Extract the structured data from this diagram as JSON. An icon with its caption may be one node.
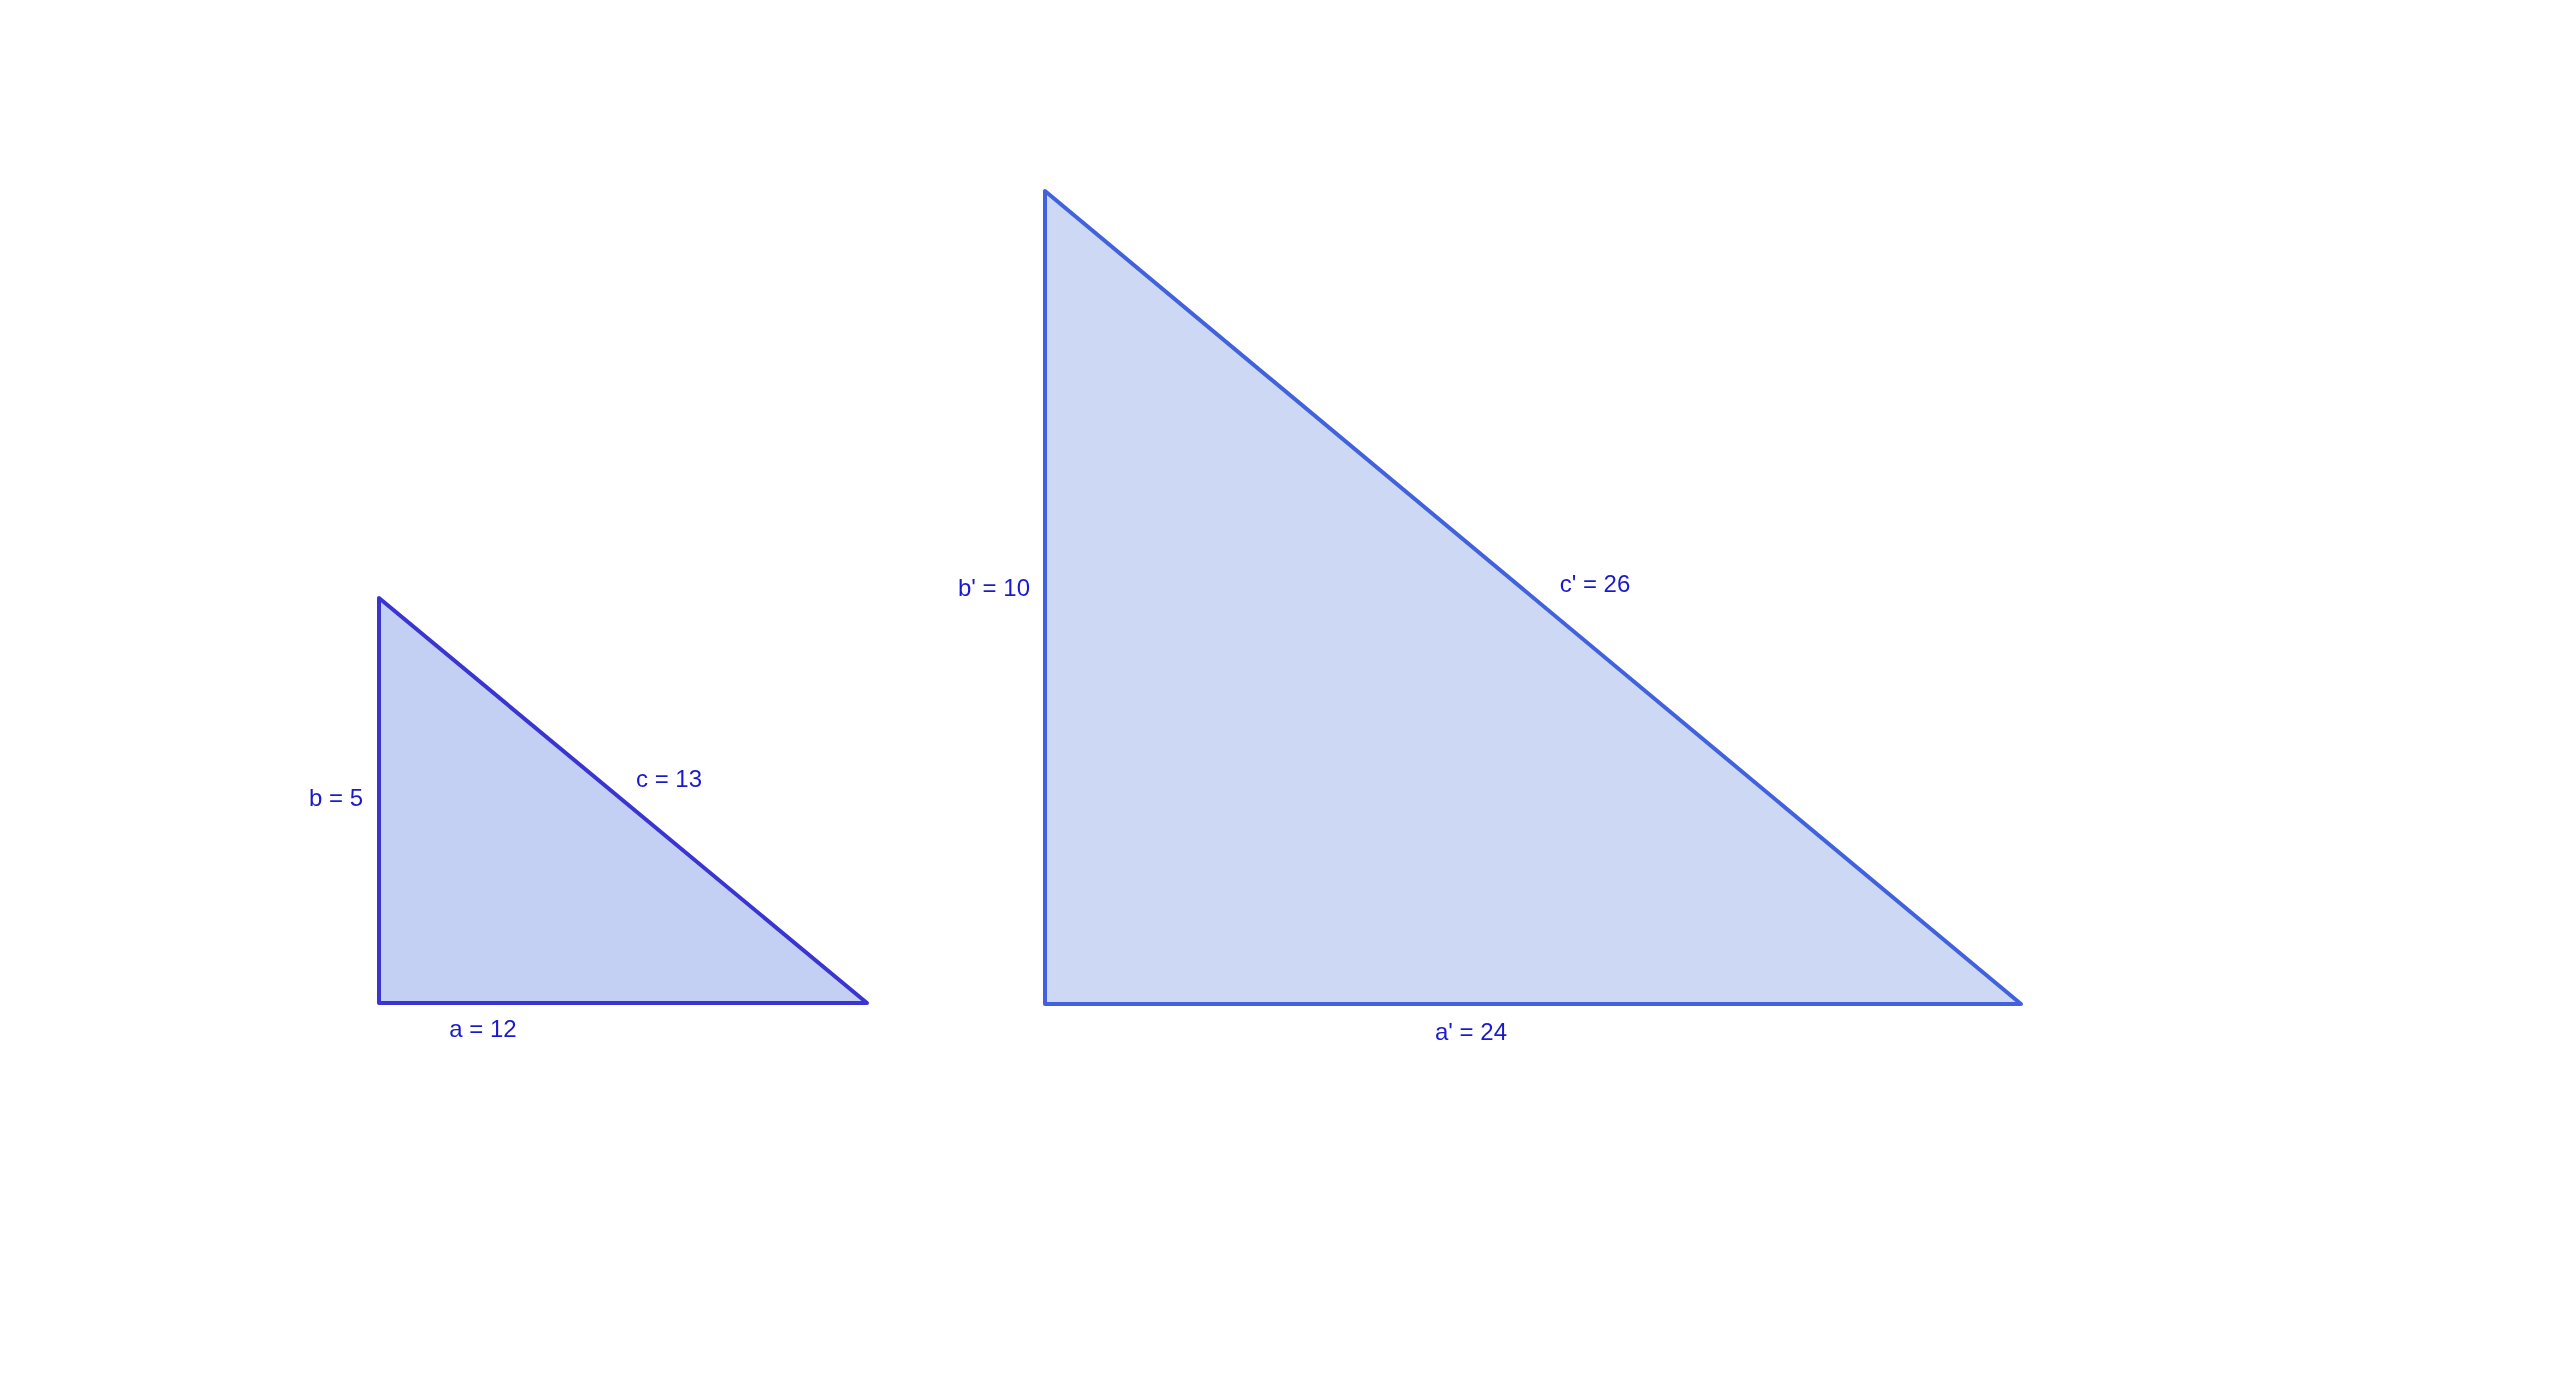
{
  "diagram": {
    "nodes": [
      {
        "text": [],
        "shape": "triangle",
        "beside": [
          "b = 5",
          "c = 13",
          "a = 12"
        ]
      },
      {
        "text": [],
        "shape": "triangle",
        "beside": [
          "b' = 10",
          "c' = 26",
          "a' = 24"
        ]
      }
    ]
  }
}
